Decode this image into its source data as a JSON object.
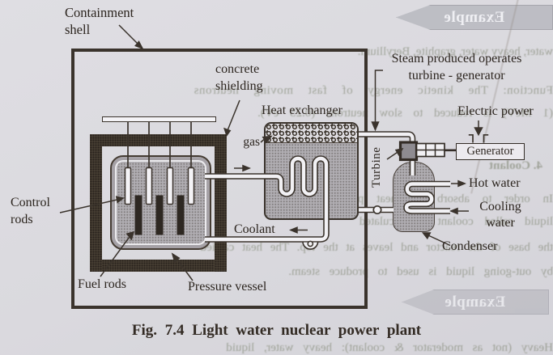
{
  "page": {
    "caption": "Fig. 7.4 Light water nuclear power plant"
  },
  "labels": {
    "containment_shell": [
      "Containment",
      "shell"
    ],
    "concrete_shielding": [
      "concrete",
      "shielding"
    ],
    "heat_exchanger": "Heat exchanger",
    "gas": "gas",
    "steam_note": [
      "Steam produced operates",
      "turbine - generator"
    ],
    "electric_power": "Electric power",
    "generator": "Generator",
    "turbine": "Turbine",
    "hot_water": "Hot water",
    "cooling_water": [
      "Cooling",
      "water"
    ],
    "condenser": "Condenser",
    "control_rods": [
      "Control",
      "rods"
    ],
    "fuel_rods": "Fuel rods",
    "pressure_vessel": "Pressure vessel",
    "coolant": "Coolant"
  },
  "bleedthrough": {
    "badge_label": "Example",
    "lines": [
      "water, heavy water, graphite, Beryllium.",
      "Function: The kinetic energy of fast moving neutrons",
      "(1 MeV) is reduced to slow neutrons (0.25 eV).",
      "4. Coolant",
      "In order to absorb the heat produced, the",
      "liquid called coolant is circulated",
      "the base of the reactor and leaves at the top. The heat carried",
      "by out-going liquid is used to produce steam.",
      "Heavy (not as moderator & coolant): heavy water, liquid"
    ]
  },
  "colors": {
    "ink": "#3a332c",
    "paper": "#dbdade",
    "vessel_gray": "#b1aeb3",
    "shield_dark": "#473e33",
    "pipe_white": "#f2f1f4",
    "ghost_text": "#7c826e"
  }
}
